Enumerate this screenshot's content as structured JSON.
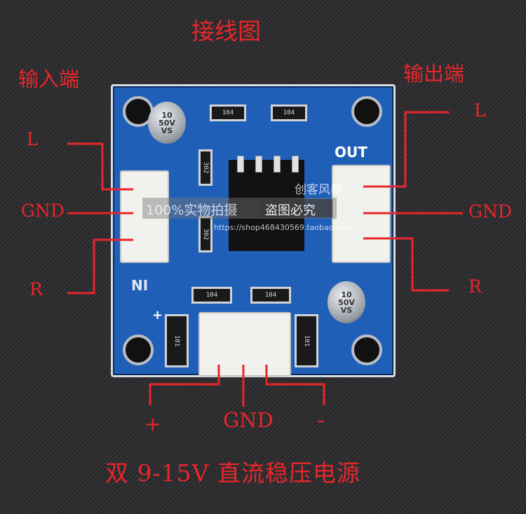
{
  "title": "接线图",
  "input_label": "输入端",
  "output_label": "输出端",
  "left_in": "L",
  "gnd_in": "GND",
  "right_in": "R",
  "left_out": "L",
  "gnd_out": "GND",
  "right_out": "R",
  "plus": "+",
  "gnd_power": "GND",
  "minus": "-",
  "caption": "双 9-15V 直流稳压电源",
  "board": {
    "out_silk": "OUT",
    "in_silk": "NI",
    "plus_silk": "+",
    "cap_label": "10\n50V\nVS",
    "res_104": "104",
    "res_302": "302",
    "res_101": "101"
  },
  "watermark": {
    "shop_name": "创客风暴",
    "line1": "100%实物拍摄",
    "line1_tag": "盗图必究",
    "url": "https://shop468430569.taobao.com"
  },
  "colors": {
    "label_red": "#e8262a",
    "board_blue": "#1f5fb8"
  }
}
